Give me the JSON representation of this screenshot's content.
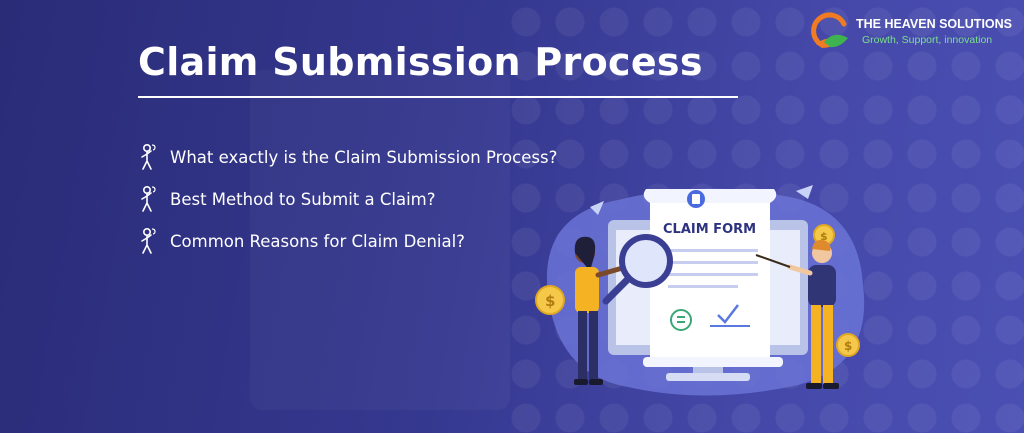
{
  "banner": {
    "title": "Claim Submission Process",
    "bullets": [
      "What exactly is the Claim Submission Process?",
      "Best Method to Submit a Claim?",
      "Common Reasons for Claim Denial?"
    ]
  },
  "logo": {
    "name": "THE HEAVEN SOLUTIONS",
    "tagline": "Growth, Support, innovation"
  },
  "illustration": {
    "form_title": "CLAIM FORM",
    "coin_symbol": "$"
  },
  "colors": {
    "background": "#35388f",
    "tagline": "#7be08c",
    "logo_orange": "#f07b22",
    "blob": "#6a73d6"
  }
}
